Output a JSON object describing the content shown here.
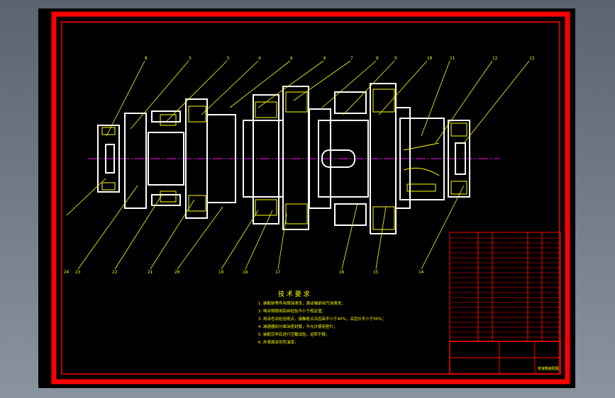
{
  "colors": {
    "background": "#000000",
    "frame": "#ff0000",
    "outline": "#ffffff",
    "hatch": "#ffff00",
    "centerline": "#ff00ff",
    "leader": "#ffff00",
    "text": "#ffff00"
  },
  "balloons_top": [
    "8",
    "3",
    "5",
    "4",
    "6",
    "6",
    "7",
    "8",
    "9",
    "10",
    "11",
    "12",
    "13"
  ],
  "balloons_bottom": [
    "24",
    "23",
    "22",
    "21",
    "20",
    "19",
    "18",
    "17",
    "16",
    "15",
    "14"
  ],
  "tech_title": "技 术 要 求",
  "tech_lines": [
    "1. 装配前零件用煤油清洗，滚动轴承用汽油清洗；",
    "2. 啮合侧隙用铅丝检验不小于规定值；",
    "3. 用涂色法检验斑点，接触斑点沿齿高不小于40%，沿齿长不小于50%；",
    "4. 减速器剖分面涂密封胶，不允许使用垫片；",
    "5. 装配完毕后进行空载试验，运转平稳；",
    "6. 外表面涂灰色油漆。"
  ],
  "title_block_label": "变速箱装配图"
}
